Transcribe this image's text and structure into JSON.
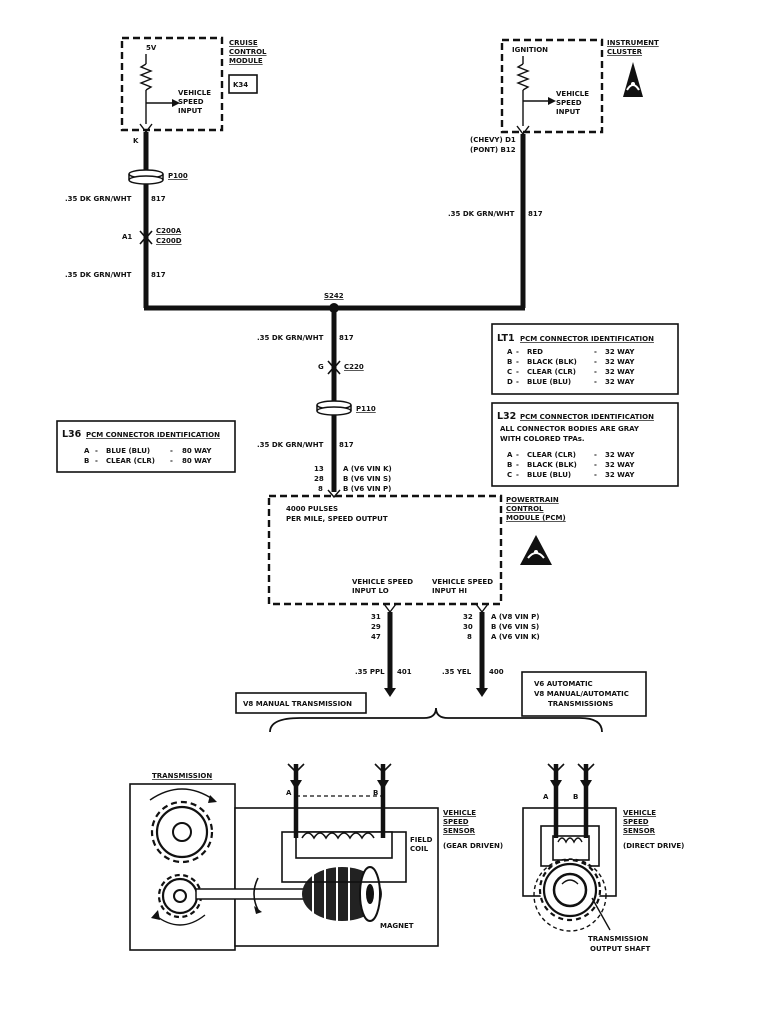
{
  "cruise": {
    "label": "CRUISE CONTROL MODULE",
    "line1": "CRUISE",
    "line2": "CONTROL",
    "line3": "MODULE",
    "code": "K34",
    "supply": "5V",
    "input1": "VEHICLE",
    "input2": "SPEED",
    "input3": "INPUT",
    "pin": "K"
  },
  "cluster": {
    "line1": "INSTRUMENT",
    "line2": "CLUSTER",
    "supply": "IGNITION",
    "input1": "VEHICLE",
    "input2": "SPEED",
    "input3": "INPUT",
    "pin_chevy": "(CHEVY) D1",
    "pin_pont": "(PONT) B12"
  },
  "connectors": {
    "p100": "P100",
    "c200a": "C200A",
    "c200d": "C200D",
    "c200_pin": "A1",
    "s242": "S242",
    "c220": "C220",
    "c220_pin": "G",
    "p110": "P110"
  },
  "wires": {
    "w1_label": ".35 DK GRN/WHT",
    "w1_circuit": "817",
    "w2_label": ".35 DK GRN/WHT",
    "w2_circuit": "817",
    "w3_label": ".35 DK GRN/WHT",
    "w3_circuit": "817",
    "w4_label": ".35 DK GRN/WHT",
    "w4_circuit": "817",
    "w5_label": ".35 DK GRN/WHT",
    "w5_circuit": "817",
    "lo_label": ".35 PPL",
    "lo_circuit": "401",
    "hi_label": ".35 YEL",
    "hi_circuit": "400"
  },
  "pcm_pins_top": [
    {
      "num": "13",
      "desc": "A (V6 VIN K)"
    },
    {
      "num": "28",
      "desc": "B (V6 VIN S)"
    },
    {
      "num": "8",
      "desc": "B (V6 VIN P)"
    }
  ],
  "pcm_pins_lo": [
    "31",
    "29",
    "47"
  ],
  "pcm_pins_hi": [
    {
      "num": "32",
      "desc": "A (V8 VIN P)"
    },
    {
      "num": "30",
      "desc": "B (V6 VIN S)"
    },
    {
      "num": "8",
      "desc": "A (V6 VIN K)"
    }
  ],
  "pcm": {
    "output1": "4000 PULSES",
    "output2": "PER MILE, SPEED OUTPUT",
    "name1": "POWERTRAIN",
    "name2": "CONTROL",
    "name3": "MODULE (PCM)",
    "lo1": "VEHICLE SPEED",
    "lo2": "INPUT LO",
    "hi1": "VEHICLE SPEED",
    "hi2": "INPUT HI"
  },
  "lt1": {
    "code": "LT1",
    "title": "PCM CONNECTOR IDENTIFICATION",
    "rows": [
      {
        "pin": "A",
        "color": "RED",
        "ways": "32 WAY"
      },
      {
        "pin": "B",
        "color": "BLACK (BLK)",
        "ways": "32 WAY"
      },
      {
        "pin": "C",
        "color": "CLEAR (CLR)",
        "ways": "32 WAY"
      },
      {
        "pin": "D",
        "color": "BLUE (BLU)",
        "ways": "32 WAY"
      }
    ]
  },
  "l32": {
    "code": "L32",
    "title": "PCM CONNECTOR IDENTIFICATION",
    "note1": "ALL CONNECTOR BODIES ARE GRAY",
    "note2": "WITH COLORED TPAs.",
    "rows": [
      {
        "pin": "A",
        "color": "CLEAR (CLR)",
        "ways": "32 WAY"
      },
      {
        "pin": "B",
        "color": "BLACK (BLK)",
        "ways": "32 WAY"
      },
      {
        "pin": "C",
        "color": "BLUE (BLU)",
        "ways": "32 WAY"
      }
    ]
  },
  "l36": {
    "code": "L36",
    "title": "PCM CONNECTOR IDENTIFICATION",
    "rows": [
      {
        "pin": "A",
        "color": "BLUE (BLU)",
        "ways": "80 WAY"
      },
      {
        "pin": "B",
        "color": "CLEAR (CLR)",
        "ways": "80 WAY"
      }
    ]
  },
  "v8_manual": "V8 MANUAL TRANSMISSION",
  "v6_box": {
    "line1": "V6 AUTOMATIC",
    "line2": "V8 MANUAL/AUTOMATIC",
    "line3": "TRANSMISSIONS"
  },
  "transmission": {
    "label": "TRANSMISSION",
    "pin_a": "A",
    "pin_b": "B",
    "field1": "FIELD",
    "field2": "COIL",
    "magnet": "MAGNET",
    "sensor1": "VEHICLE",
    "sensor2": "SPEED",
    "sensor3": "SENSOR",
    "sensor4": "(GEAR DRIVEN)"
  },
  "direct": {
    "pin_a": "A",
    "pin_b": "B",
    "sensor1": "VEHICLE",
    "sensor2": "SPEED",
    "sensor3": "SENSOR",
    "sensor4": "(DIRECT DRIVE)",
    "shaft1": "TRANSMISSION",
    "shaft2": "OUTPUT SHAFT"
  }
}
